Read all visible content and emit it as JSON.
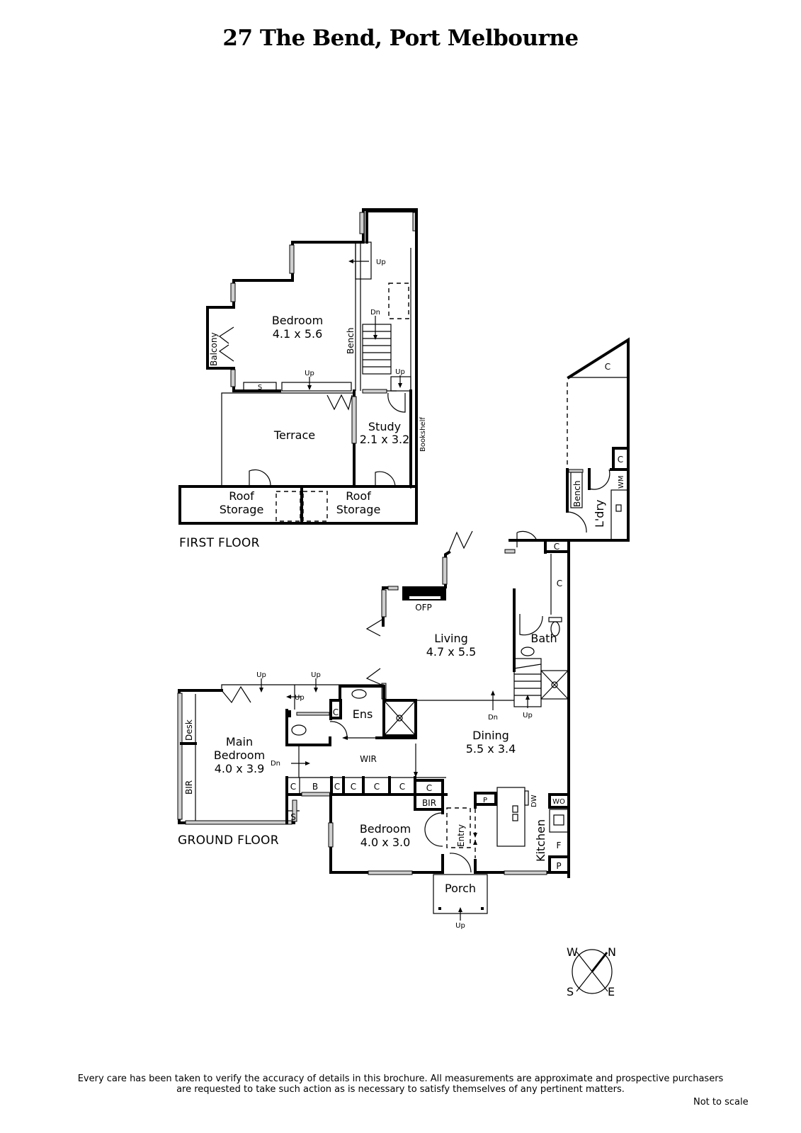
{
  "title": "27 The Bend, Port Melbourne",
  "floors": {
    "first": {
      "label": "FIRST FLOOR",
      "rooms": {
        "bedroom": {
          "name": "Bedroom",
          "dims": "4.1 x 5.6"
        },
        "terrace": {
          "name": "Terrace"
        },
        "study": {
          "name": "Study",
          "dims": "2.1 x 3.2"
        },
        "roof_storage_1": {
          "line1": "Roof",
          "line2": "Storage"
        },
        "roof_storage_2": {
          "line1": "Roof",
          "line2": "Storage"
        }
      },
      "annotations": {
        "balcony": "Balcony",
        "bench": "Bench",
        "bookshelf": "Bookshelf",
        "s": "S",
        "up_1": "Up",
        "up_2": "Up",
        "up_3": "Up",
        "dn": "Dn"
      }
    },
    "ground": {
      "label": "GROUND FLOOR",
      "rooms": {
        "living": {
          "name": "Living",
          "dims": "4.7 x 5.5"
        },
        "dining": {
          "name": "Dining",
          "dims": "5.5 x 3.4"
        },
        "main_bedroom": {
          "line1": "Main",
          "line2": "Bedroom",
          "dims": "4.0 x 3.9"
        },
        "bedroom": {
          "name": "Bedroom",
          "dims": "4.0 x 3.0"
        },
        "kitchen": {
          "name": "Kitchen"
        },
        "laundry": {
          "name": "L'dry"
        },
        "bath": {
          "name": "Bath"
        },
        "ensuite": {
          "name": "Ens"
        },
        "wir": {
          "name": "WIR"
        },
        "entry": {
          "name": "Entry"
        },
        "porch": {
          "name": "Porch"
        }
      },
      "annotations": {
        "ofp": "OFP",
        "desk": "Desk",
        "bir_main": "BIR",
        "bir_bed": "BIR",
        "bench": "Bench",
        "wm": "WM",
        "dw": "DW",
        "wo": "WO",
        "f": "F",
        "p_kitchen_top": "P",
        "p_kitchen_bottom": "P",
        "b": "B",
        "s": "S",
        "c": "C",
        "up": "Up",
        "dn": "Dn"
      }
    }
  },
  "compass": {
    "w": "W",
    "n": "N",
    "s": "S",
    "e": "E"
  },
  "footer": {
    "disclaimer_line1": "Every care has been taken to verify the accuracy of details in this brochure.  All measurements are approximate and prospective purchasers",
    "disclaimer_line2": "are requested to take such action as is necessary to satisfy themselves of any pertinent matters.",
    "scale_note": "Not to scale"
  }
}
